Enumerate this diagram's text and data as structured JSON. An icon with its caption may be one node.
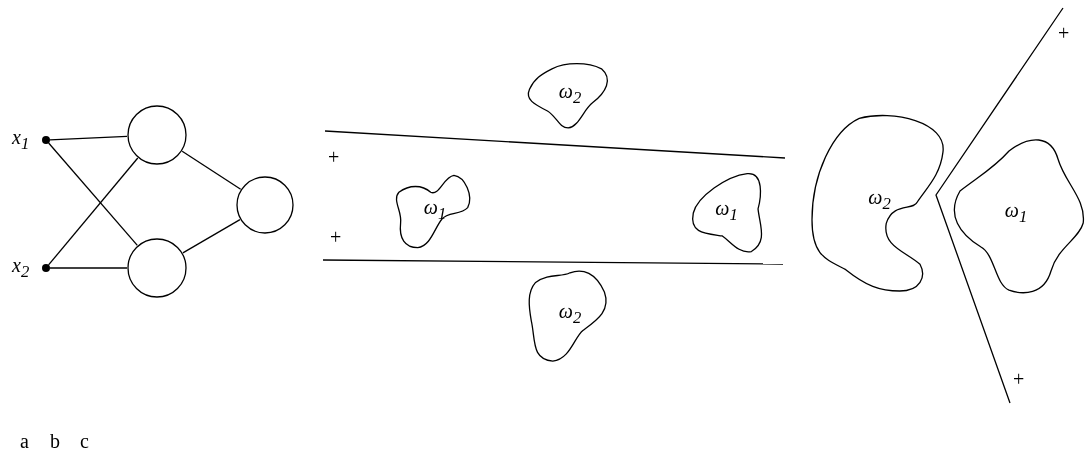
{
  "diagram": {
    "nodes": [
      {
        "text": [
          "x$_{1}$"
        ]
      },
      {
        "text": [
          "x$_{2}$"
        ]
      },
      {
        "text": [],
        "shape": "circle"
      },
      {
        "text": [],
        "shape": "circle"
      },
      {
        "text": [],
        "shape": "circle"
      },
      {
        "text": [
          "ω$_{2}$"
        ]
      },
      {
        "text": [
          "ω$_{1}$"
        ]
      },
      {
        "text": [
          "ω$_{1}$"
        ]
      },
      {
        "text": [
          "ω$_{2}$"
        ]
      },
      {
        "text": [
          "ω$_{2}$"
        ]
      },
      {
        "text": [
          "ω$_{1}$"
        ]
      }
    ],
    "edges": [
      {
        "from": 0,
        "to": 2,
        "arrow": "none"
      },
      {
        "from": 0,
        "to": 3,
        "arrow": "none"
      },
      {
        "from": 1,
        "to": 2,
        "arrow": "none"
      },
      {
        "from": 1,
        "to": 3,
        "arrow": "none"
      },
      {
        "from": 2,
        "to": 4,
        "arrow": "none"
      },
      {
        "from": 3,
        "to": 4,
        "arrow": "none"
      }
    ],
    "labels": [
      "+",
      "+",
      "+",
      "+",
      "a",
      "b",
      "c"
    ]
  }
}
